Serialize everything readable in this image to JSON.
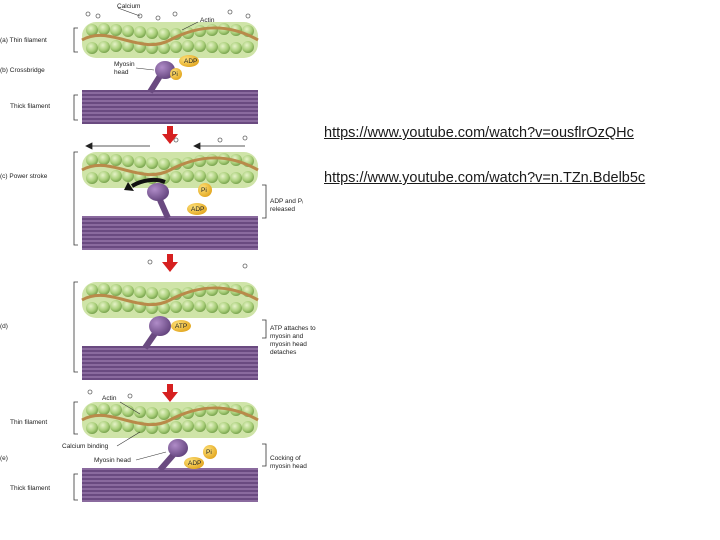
{
  "figure": {
    "panel_a": {
      "calcium": "Calcium",
      "actin": "Actin",
      "thin_filament": "(a) Thin filament",
      "crossbridge": "(b) Crossbridge",
      "myosin_head_line1": "Myosin",
      "myosin_head_line2": "head",
      "thick_filament": "Thick filament",
      "adp": "ADP",
      "pi": "Pi"
    },
    "panel_c": {
      "power_stroke": "(c) Power stroke",
      "pi": "Pi",
      "adp": "ADP",
      "released_line1": "ADP and Pᵢ",
      "released_line2": "released"
    },
    "panel_d": {
      "label": "(d)",
      "atp": "ATP",
      "note_line1": "ATP attaches to",
      "note_line2": "myosin and",
      "note_line3": "myosin head",
      "note_line4": "detaches"
    },
    "panel_e": {
      "actin": "Actin",
      "thin_filament": "Thin filament",
      "calcium_binding": "Calcium binding",
      "label": "(e)",
      "myosin_head": "Myosin head",
      "thick_filament": "Thick filament",
      "pi": "Pi",
      "adp": "ADP",
      "cocking_line1": "Cocking of",
      "cocking_line2": "myosin head"
    }
  },
  "links": [
    "https://www.youtube.com/watch?v=ousflrOzQHc",
    "https://www.youtube.com/watch?v=n.TZn.Bdelb5c"
  ]
}
